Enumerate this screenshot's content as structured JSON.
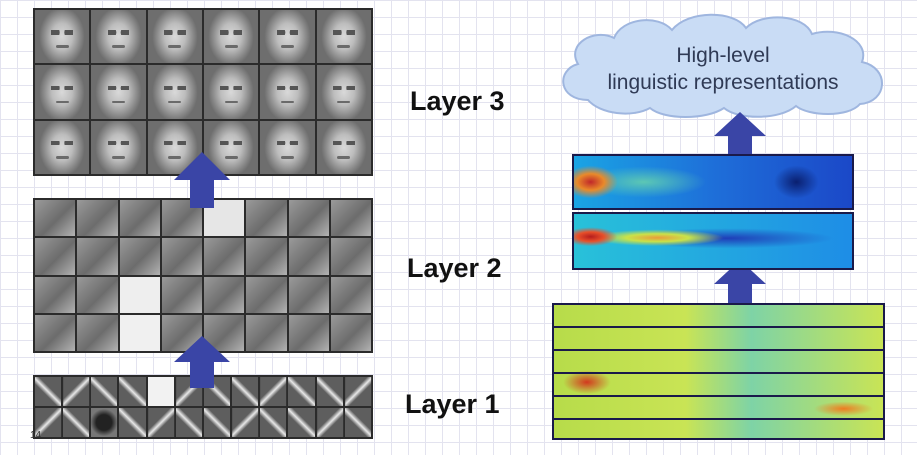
{
  "labels": {
    "layer3": "Layer 3",
    "layer2": "Layer 2",
    "layer1": "Layer 1"
  },
  "cloud": {
    "line1": "High-level",
    "line2": "linguistic representations"
  },
  "page_number": "14",
  "colors": {
    "arrow": "#3a45a6",
    "cloud_fill": "#c9dcf5",
    "cloud_stroke": "#9fb6df"
  }
}
